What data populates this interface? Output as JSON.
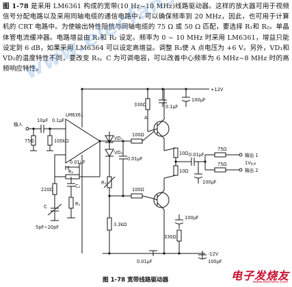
{
  "text": {
    "paragraph_lead": "图 1-78",
    "paragraph_body": " 是采用 LM6361 构成的宽带(10 Hz~10 MHz)线路驱动器。这样的放大器可用于视频信号分配电路以及采用同轴电缆的通信电路中，可以确保频率到 20 MHz，因此，也可用于计算机的 CRT 电路中。为使输出特性阻抗与同轴电缆的 75 Ω 或 50 Ω 匹配，要选择 R₁和 R₂。单晶体管电流缓冲器。电路增益由 R₁和 R₂ 设定。频率为 0 ~ 10 MHz 时采用 LM6361，增益只能设定到 6 dB，如果采用 LM6364 可以设定高增益。调整 R₃使 A 点电压为 +6 V。另外，VD₁和 VD₂的温度特性不同，要改变 R₃。C 为可调电容，可以改善中心频率为 6 MHz~8 MHz 时的高频响应特性。"
  },
  "watermark": "www.elecfans.com",
  "schematic": {
    "supply_pos": "+12V",
    "supply_neg": "-12V",
    "opamp": "LM6361",
    "input_label": "输入",
    "output1_label": "输出 1",
    "output2_label": "输出 2",
    "output_level": "1V",
    "output_level_sub": "P-P",
    "labels": {
      "c_in": "10μF",
      "c_in2": "0.1μF",
      "r_in1": "75Ω",
      "r_in2": "100kΩ",
      "r_top": "330Ω",
      "c_top1": "0.1μF",
      "c_top2": "100μF",
      "node_a": "A",
      "vd1": "VD₁",
      "vd2": "VD₂",
      "r_base1": "100Ω",
      "c_mid": "0.01μF",
      "r_e1": "10Ω",
      "r_e2": "10Ω",
      "c_out": "0.01μF",
      "c_out2": "100μF",
      "r_out1": "75Ω",
      "r_out2": "75Ω",
      "c_fb": "0.01μF",
      "r2": "R₂",
      "c2": "C₂",
      "r_220": "220Ω",
      "r1": "R₁",
      "r3": "R₃",
      "c_var": "C",
      "c_var_range": "5pF~20pF",
      "r_base2": "100Ω",
      "r_33k": "3.3kΩ",
      "c_bot1": "100μF",
      "r_bot": "330Ω",
      "c_bot2": "0.01μF",
      "c_bot3": "100μF"
    }
  },
  "caption": "图 1-78  宽带线路驱动器",
  "logo": {
    "name": "电子发烧友",
    "url": "www.elecfans.com"
  }
}
